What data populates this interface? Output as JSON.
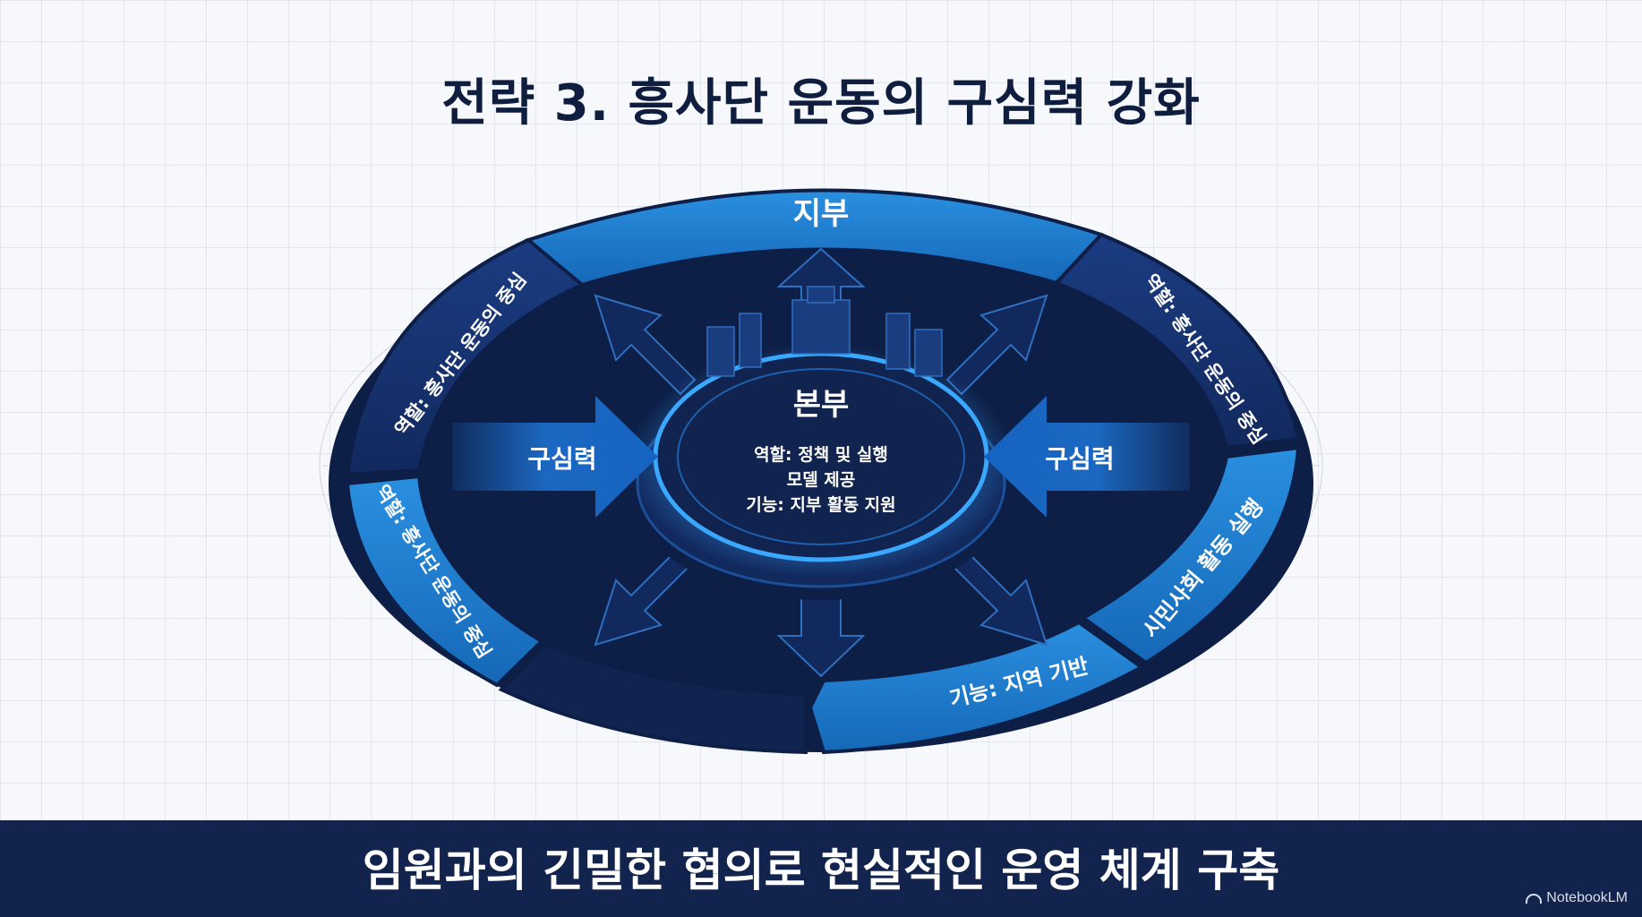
{
  "title": "전략 3. 흥사단 운동의 구심력 강화",
  "top_segment": {
    "label": "지부"
  },
  "center": {
    "title": "본부",
    "lines": [
      "역할: 정책 및 실행",
      "모델 제공",
      "기능: 지부 활동 지원"
    ]
  },
  "left_arrow": {
    "label": "구심력"
  },
  "right_arrow": {
    "label": "구심력"
  },
  "upper_left_segment": {
    "label": "역할: 흥사단 운동의 중심"
  },
  "lower_left_segment": {
    "label": "역할: 흥사단 운동의 중심"
  },
  "upper_right_segment": {
    "label": "역할: 흥사단 운동의 중심"
  },
  "lower_right_segment": {
    "label": "시민사회 활동 실행"
  },
  "bottom_right_segment": {
    "label": "기능: 지역 기반"
  },
  "footer": {
    "text": "임원과의 긴밀한 협의로 현실적인 운영 체계 구축"
  },
  "brand": {
    "name": "NotebookLM"
  },
  "colors": {
    "navy": "#12234d",
    "dark_blue": "#17306a",
    "bright_blue": "#1f7fd0",
    "title": "#0f1d3f"
  }
}
